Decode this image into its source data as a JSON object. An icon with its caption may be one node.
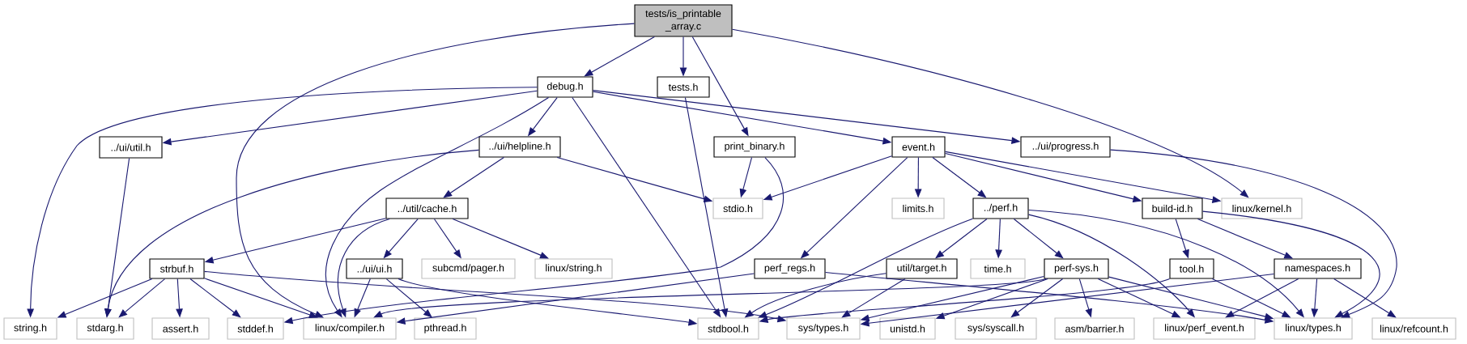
{
  "diagram": {
    "nodes": [
      {
        "text": [
          "tests/is_printable _array.c"
        ]
      },
      {
        "text": [
          "debug.h"
        ]
      },
      {
        "text": [
          "tests.h"
        ]
      },
      {
        "text": [
          "../ui/util.h"
        ]
      },
      {
        "text": [
          "../ui/helpline.h"
        ]
      },
      {
        "text": [
          "print_binary.h"
        ]
      },
      {
        "text": [
          "event.h"
        ]
      },
      {
        "text": [
          "../ui/progress.h"
        ]
      },
      {
        "text": [
          "../util/cache.h"
        ]
      },
      {
        "text": [
          "stdio.h"
        ]
      },
      {
        "text": [
          "limits.h"
        ]
      },
      {
        "text": [
          "../perf.h"
        ]
      },
      {
        "text": [
          "build-id.h"
        ]
      },
      {
        "text": [
          "linux/kernel.h"
        ]
      },
      {
        "text": [
          "strbuf.h"
        ]
      },
      {
        "text": [
          "../ui/ui.h"
        ]
      },
      {
        "text": [
          "subcmd/pager.h"
        ]
      },
      {
        "text": [
          "linux/string.h"
        ]
      },
      {
        "text": [
          "perf_regs.h"
        ]
      },
      {
        "text": [
          "util/target.h"
        ]
      },
      {
        "text": [
          "time.h"
        ]
      },
      {
        "text": [
          "perf-sys.h"
        ]
      },
      {
        "text": [
          "tool.h"
        ]
      },
      {
        "text": [
          "namespaces.h"
        ]
      },
      {
        "text": [
          "string.h"
        ]
      },
      {
        "text": [
          "stdarg.h"
        ]
      },
      {
        "text": [
          "assert.h"
        ]
      },
      {
        "text": [
          "stddef.h"
        ]
      },
      {
        "text": [
          "linux/compiler.h"
        ]
      },
      {
        "text": [
          "pthread.h"
        ]
      },
      {
        "text": [
          "stdbool.h"
        ]
      },
      {
        "text": [
          "sys/types.h"
        ]
      },
      {
        "text": [
          "unistd.h"
        ]
      },
      {
        "text": [
          "sys/syscall.h"
        ]
      },
      {
        "text": [
          "asm/barrier.h"
        ]
      },
      {
        "text": [
          "linux/perf_event.h"
        ]
      },
      {
        "text": [
          "linux/types.h"
        ]
      },
      {
        "text": [
          "linux/refcount.h"
        ]
      }
    ],
    "edges": [
      {
        "from": 0,
        "to": 1,
        "arrow": "to"
      },
      {
        "from": 0,
        "to": 2,
        "arrow": "to"
      },
      {
        "from": 0,
        "to": 5,
        "arrow": "to"
      },
      {
        "from": 0,
        "to": 13,
        "arrow": "to"
      },
      {
        "from": 0,
        "to": 28,
        "arrow": "to"
      },
      {
        "from": 1,
        "to": 3,
        "arrow": "to"
      },
      {
        "from": 1,
        "to": 4,
        "arrow": "to"
      },
      {
        "from": 1,
        "to": 6,
        "arrow": "to"
      },
      {
        "from": 1,
        "to": 7,
        "arrow": "to"
      },
      {
        "from": 1,
        "to": 24,
        "arrow": "to"
      },
      {
        "from": 1,
        "to": 28,
        "arrow": "to"
      },
      {
        "from": 1,
        "to": 30,
        "arrow": "to"
      },
      {
        "from": 2,
        "to": 30,
        "arrow": "to"
      },
      {
        "from": 3,
        "to": 25,
        "arrow": "to"
      },
      {
        "from": 4,
        "to": 8,
        "arrow": "to"
      },
      {
        "from": 4,
        "to": 9,
        "arrow": "to"
      },
      {
        "from": 4,
        "to": 25,
        "arrow": "to"
      },
      {
        "from": 5,
        "to": 9,
        "arrow": "to"
      },
      {
        "from": 5,
        "to": 27,
        "arrow": "to"
      },
      {
        "from": 6,
        "to": 9,
        "arrow": "to"
      },
      {
        "from": 6,
        "to": 10,
        "arrow": "to"
      },
      {
        "from": 6,
        "to": 11,
        "arrow": "to"
      },
      {
        "from": 6,
        "to": 12,
        "arrow": "to"
      },
      {
        "from": 6,
        "to": 13,
        "arrow": "to"
      },
      {
        "from": 6,
        "to": 18,
        "arrow": "to"
      },
      {
        "from": 7,
        "to": 36,
        "arrow": "to"
      },
      {
        "from": 8,
        "to": 14,
        "arrow": "to"
      },
      {
        "from": 8,
        "to": 15,
        "arrow": "to"
      },
      {
        "from": 8,
        "to": 16,
        "arrow": "to"
      },
      {
        "from": 8,
        "to": 17,
        "arrow": "to"
      },
      {
        "from": 8,
        "to": 28,
        "arrow": "to"
      },
      {
        "from": 11,
        "to": 19,
        "arrow": "to"
      },
      {
        "from": 11,
        "to": 20,
        "arrow": "to"
      },
      {
        "from": 11,
        "to": 21,
        "arrow": "to"
      },
      {
        "from": 11,
        "to": 30,
        "arrow": "to"
      },
      {
        "from": 11,
        "to": 35,
        "arrow": "to"
      },
      {
        "from": 11,
        "to": 36,
        "arrow": "to"
      },
      {
        "from": 12,
        "to": 22,
        "arrow": "to"
      },
      {
        "from": 12,
        "to": 23,
        "arrow": "to"
      },
      {
        "from": 12,
        "to": 36,
        "arrow": "to"
      },
      {
        "from": 14,
        "to": 24,
        "arrow": "to"
      },
      {
        "from": 14,
        "to": 25,
        "arrow": "to"
      },
      {
        "from": 14,
        "to": 26,
        "arrow": "to"
      },
      {
        "from": 14,
        "to": 27,
        "arrow": "to"
      },
      {
        "from": 14,
        "to": 28,
        "arrow": "to"
      },
      {
        "from": 14,
        "to": 31,
        "arrow": "to"
      },
      {
        "from": 15,
        "to": 28,
        "arrow": "to"
      },
      {
        "from": 15,
        "to": 29,
        "arrow": "to"
      },
      {
        "from": 15,
        "to": 30,
        "arrow": "to"
      },
      {
        "from": 18,
        "to": 28,
        "arrow": "to"
      },
      {
        "from": 18,
        "to": 36,
        "arrow": "to"
      },
      {
        "from": 19,
        "to": 30,
        "arrow": "to"
      },
      {
        "from": 19,
        "to": 31,
        "arrow": "to"
      },
      {
        "from": 21,
        "to": 28,
        "arrow": "to"
      },
      {
        "from": 21,
        "to": 31,
        "arrow": "to"
      },
      {
        "from": 21,
        "to": 32,
        "arrow": "to"
      },
      {
        "from": 21,
        "to": 33,
        "arrow": "to"
      },
      {
        "from": 21,
        "to": 34,
        "arrow": "to"
      },
      {
        "from": 21,
        "to": 35,
        "arrow": "to"
      },
      {
        "from": 21,
        "to": 36,
        "arrow": "to"
      },
      {
        "from": 22,
        "to": 30,
        "arrow": "to"
      },
      {
        "from": 22,
        "to": 36,
        "arrow": "to"
      },
      {
        "from": 23,
        "to": 31,
        "arrow": "to"
      },
      {
        "from": 23,
        "to": 35,
        "arrow": "to"
      },
      {
        "from": 23,
        "to": 36,
        "arrow": "to"
      },
      {
        "from": 23,
        "to": 37,
        "arrow": "to"
      }
    ]
  }
}
